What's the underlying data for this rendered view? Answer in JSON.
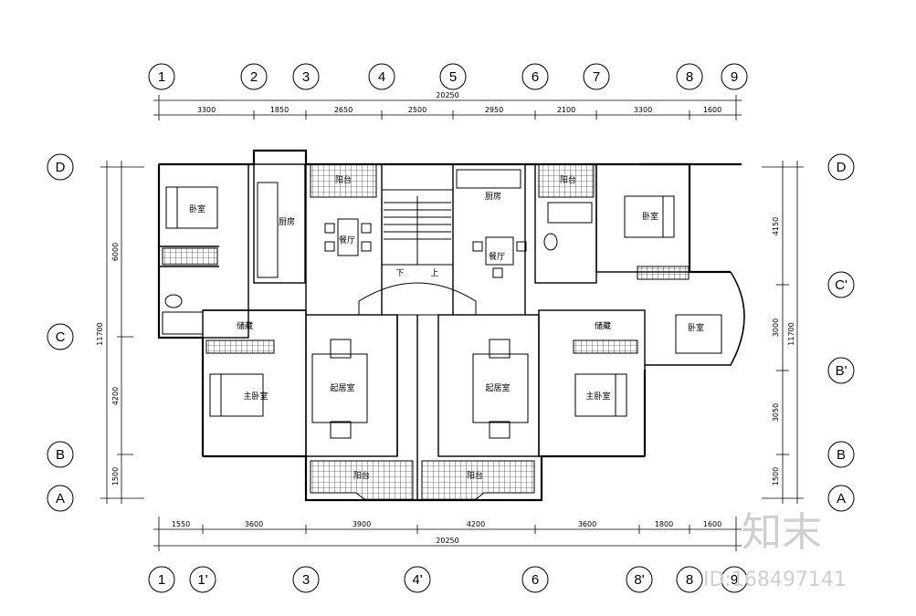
{
  "grid": {
    "top": [
      "1",
      "2",
      "3",
      "4",
      "5",
      "6",
      "7",
      "8",
      "9"
    ],
    "bottom": [
      "1",
      "1'",
      "3",
      "4'",
      "6",
      "8'",
      "8",
      "9"
    ],
    "left": [
      "D",
      "C",
      "B",
      "A"
    ],
    "right": [
      "D",
      "C'",
      "B'",
      "B",
      "A"
    ]
  },
  "dimensions": {
    "top_total": "20250",
    "top_segments": [
      "3300",
      "1850",
      "2650",
      "2500",
      "2950",
      "2100",
      "3300",
      "1600"
    ],
    "bottom_segments": [
      "1550",
      "3600",
      "3900",
      "4200",
      "3600",
      "1800",
      "1600"
    ],
    "bottom_total": "20250",
    "left_total": "11700",
    "left_segments": [
      "6000",
      "4200",
      "1500"
    ],
    "right_total": "11700",
    "right_segments": [
      "4150",
      "3000",
      "3050",
      "1500"
    ]
  },
  "rooms": {
    "bedroom_left": "卧室",
    "kitchen_left": "厨房",
    "balcony_left": "阳台",
    "dining_left": "餐厅",
    "storage_left": "储藏",
    "master_left": "主卧室",
    "living_left": "起居室",
    "balcony_bottom_left": "阳台",
    "balcony_bottom_right": "阳台",
    "living_right": "起居室",
    "master_right": "主卧室",
    "storage_right": "储藏",
    "kitchen_right": "厨房",
    "balcony_right": "阳台",
    "dining_right": "餐厅",
    "bedroom_right": "卧室",
    "bedroom_right_small": "卧室",
    "stair_down": "下",
    "stair_up": "上"
  },
  "watermark": {
    "brand": "知末",
    "id_text": "ID:168497141"
  }
}
